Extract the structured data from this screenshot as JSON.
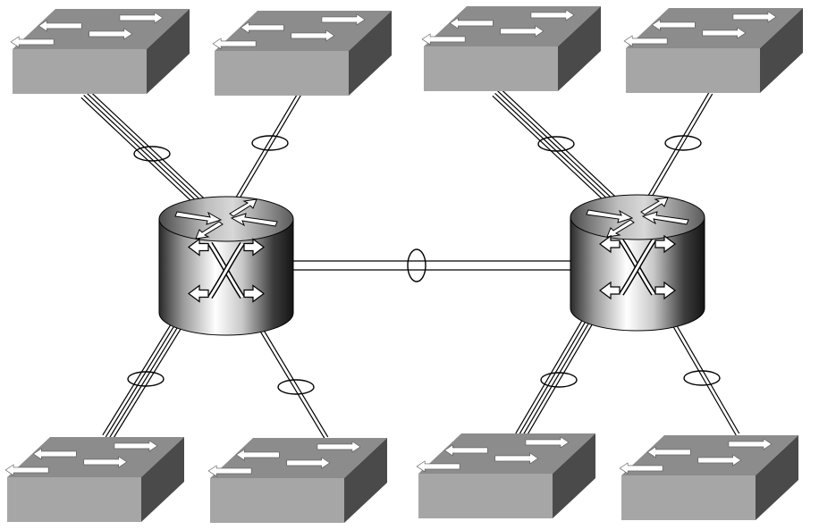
{
  "diagram": {
    "type": "network-topology",
    "colors": {
      "background": "#ffffff",
      "device_face": "#a6a6a6",
      "device_top": "#8c8c8c",
      "device_side": "#4a4a4a",
      "link": "#000000",
      "arrow_fill": "#ffffff"
    },
    "nodes": [
      {
        "id": "core-switch-left",
        "kind": "multilayer-switch"
      },
      {
        "id": "core-switch-right",
        "kind": "multilayer-switch"
      },
      {
        "id": "switch-top-1",
        "kind": "workgroup-switch"
      },
      {
        "id": "switch-top-2",
        "kind": "workgroup-switch"
      },
      {
        "id": "switch-top-3",
        "kind": "workgroup-switch"
      },
      {
        "id": "switch-top-4",
        "kind": "workgroup-switch"
      },
      {
        "id": "switch-bottom-1",
        "kind": "workgroup-switch"
      },
      {
        "id": "switch-bottom-2",
        "kind": "workgroup-switch"
      },
      {
        "id": "switch-bottom-3",
        "kind": "workgroup-switch"
      },
      {
        "id": "switch-bottom-4",
        "kind": "workgroup-switch"
      }
    ],
    "links": [
      {
        "id": "link-top-1",
        "from": "switch-top-1",
        "to": "core-switch-left",
        "lines": 4,
        "bundle": "etherchannel"
      },
      {
        "id": "link-top-2",
        "from": "switch-top-2",
        "to": "core-switch-left",
        "lines": 2,
        "bundle": "etherchannel"
      },
      {
        "id": "link-top-3",
        "from": "switch-top-3",
        "to": "core-switch-right",
        "lines": 4,
        "bundle": "etherchannel"
      },
      {
        "id": "link-top-4",
        "from": "switch-top-4",
        "to": "core-switch-right",
        "lines": 2,
        "bundle": "etherchannel"
      },
      {
        "id": "link-bottom-1",
        "from": "switch-bottom-1",
        "to": "core-switch-left",
        "lines": 4,
        "bundle": "etherchannel"
      },
      {
        "id": "link-bottom-2",
        "from": "switch-bottom-2",
        "to": "core-switch-left",
        "lines": 2,
        "bundle": "etherchannel"
      },
      {
        "id": "link-bottom-3",
        "from": "switch-bottom-3",
        "to": "core-switch-right",
        "lines": 4,
        "bundle": "etherchannel"
      },
      {
        "id": "link-bottom-4",
        "from": "switch-bottom-4",
        "to": "core-switch-right",
        "lines": 2,
        "bundle": "etherchannel"
      },
      {
        "id": "link-core",
        "from": "core-switch-left",
        "to": "core-switch-right",
        "lines": 2,
        "bundle": "etherchannel"
      }
    ]
  }
}
